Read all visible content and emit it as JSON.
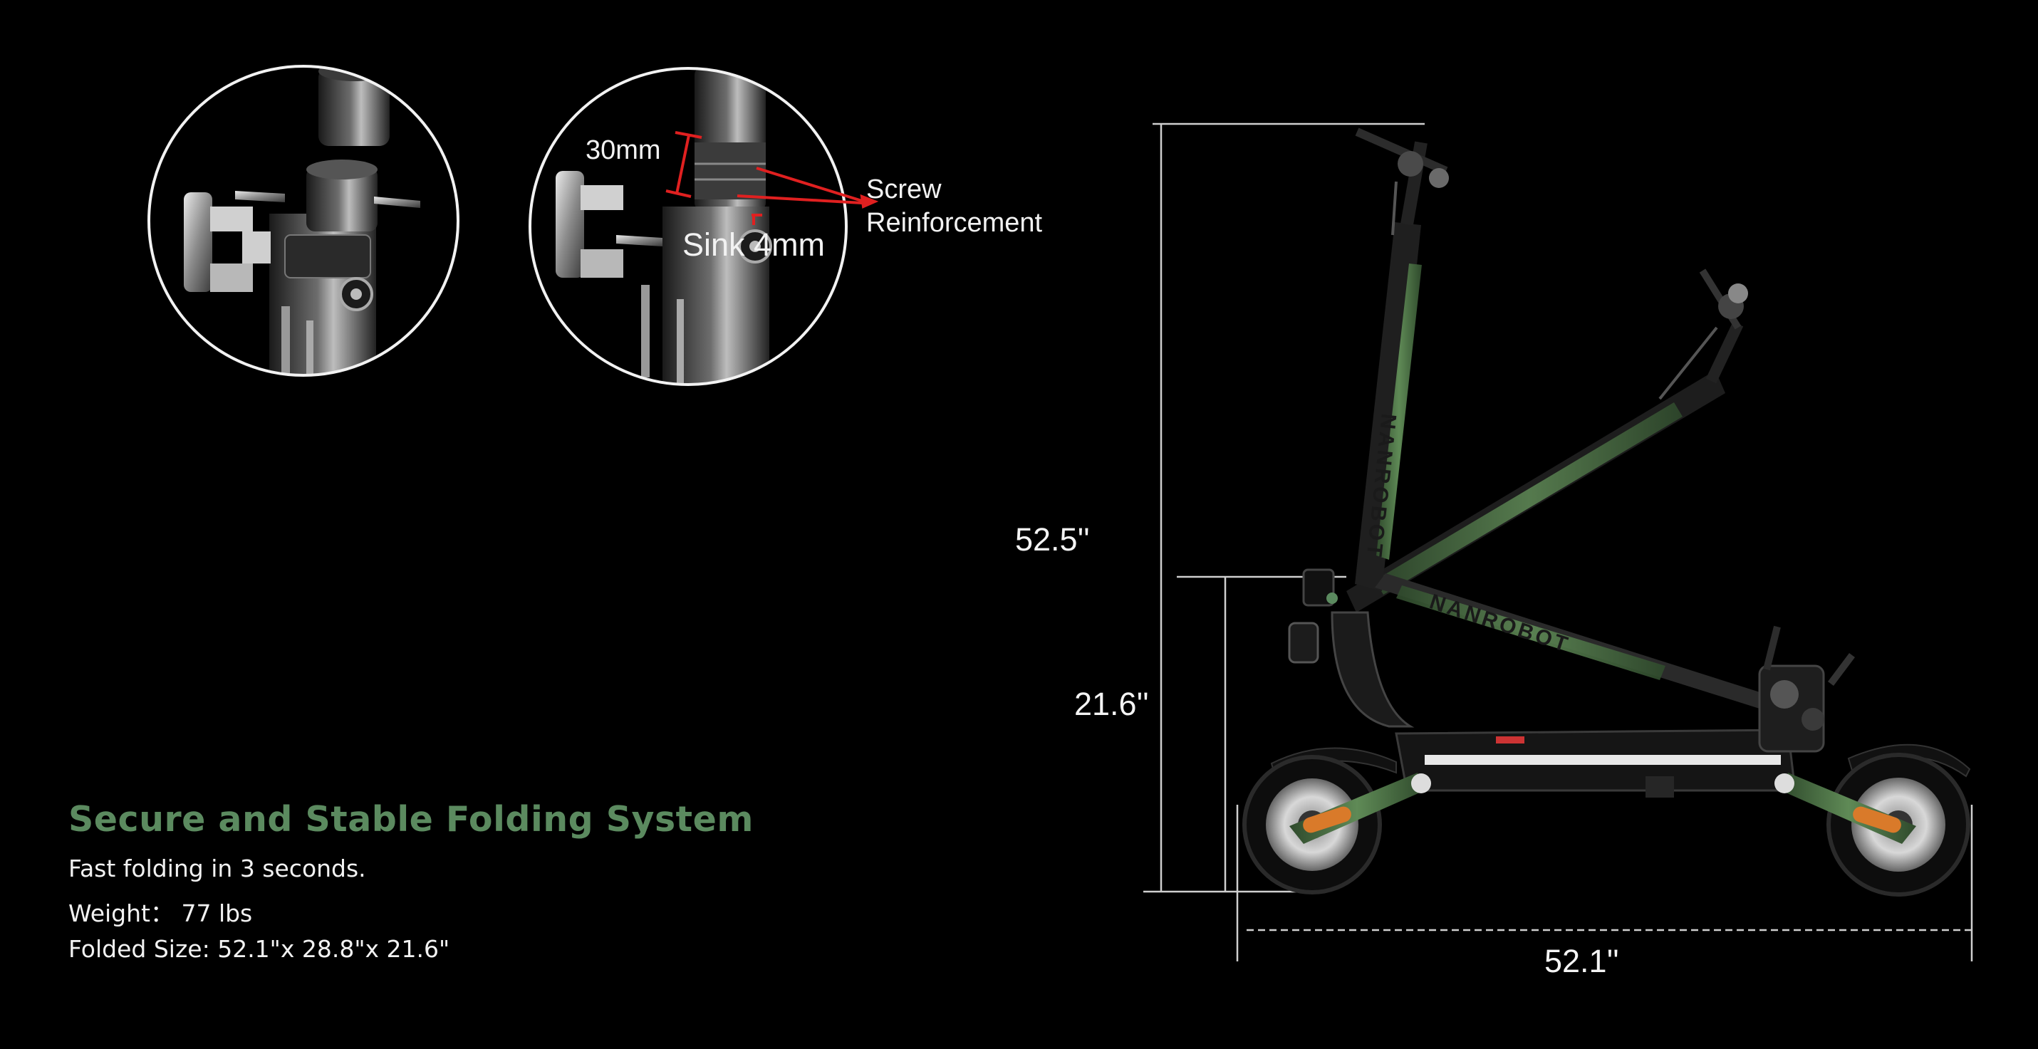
{
  "detail_left": {
    "name": "stem-clamp-detail"
  },
  "detail_right": {
    "callout_30mm": "30mm",
    "callout_screw": "Screw",
    "callout_reinforcement": "Reinforcement",
    "callout_sink": "Sink 4mm"
  },
  "dimensions": {
    "height_unfolded": "52.5''",
    "height_folded": "21.6''",
    "length": "52.1''"
  },
  "brand": {
    "frame_text": "NANROBOT"
  },
  "caption": {
    "title": "Secure and Stable Folding System",
    "line1": "Fast folding in 3 seconds.",
    "line2": "Weight： 77 lbs",
    "line3": "Folded Size: 52.1\"x 28.8\"x 21.6\""
  },
  "colors": {
    "background": "#000000",
    "accent_green": "#5b8a5f",
    "frame_green": "#4b6b45",
    "callout_red": "#e02020"
  }
}
